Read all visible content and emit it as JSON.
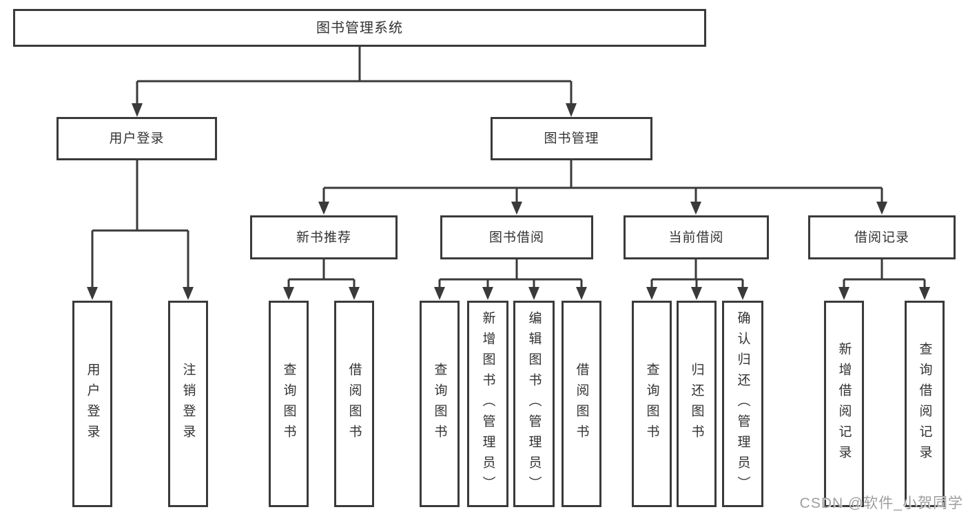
{
  "colors": {
    "line": "#3a3a3a",
    "box_border": "#3a3a3a",
    "text": "#333333",
    "background": "#ffffff",
    "watermark_text_color": "#9e9e9e"
  },
  "watermark": {
    "text": "CSDN @软件_小贺同学"
  },
  "tree": {
    "label": "图书管理系统",
    "children": [
      {
        "label": "用户登录",
        "children": [
          {
            "label": "用户登录"
          },
          {
            "label": "注销登录"
          }
        ]
      },
      {
        "label": "图书管理",
        "children": [
          {
            "label": "新书推荐",
            "children": [
              {
                "label": "查询图书"
              },
              {
                "label": "借阅图书"
              }
            ]
          },
          {
            "label": "图书借阅",
            "children": [
              {
                "label": "查询图书"
              },
              {
                "label": "新增图书（管理员）"
              },
              {
                "label": "编辑图书（管理员）"
              },
              {
                "label": "借阅图书"
              }
            ]
          },
          {
            "label": "当前借阅",
            "children": [
              {
                "label": "查询图书"
              },
              {
                "label": "归还图书"
              },
              {
                "label": "确认归还（管理员）"
              }
            ]
          },
          {
            "label": "借阅记录",
            "children": [
              {
                "label": "新增借阅记录"
              },
              {
                "label": "查询借阅记录"
              }
            ]
          }
        ]
      }
    ]
  }
}
